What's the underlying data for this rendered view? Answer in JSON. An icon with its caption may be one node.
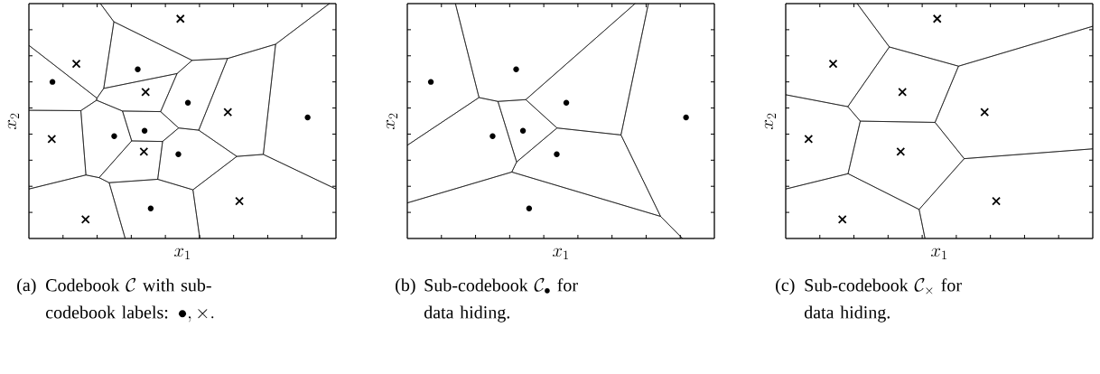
{
  "diagram": {
    "labels": [
      "x_2",
      "x_1",
      "x_2",
      "x_1",
      "x_2",
      "x_1",
      "(a)",
      "\\text{Codebook }\\mathcal{C}\\text{ with sub-}\\allowbreak\\text{codebook labels: }\\bullet, \\times.",
      "(b)",
      "\\text{Sub-codebook }\\mathcal{C}_\\bullet\\text{ for }\\allowbreak\\text{data hiding.}",
      "(c)",
      "\\text{Sub-codebook }\\mathcal{C}_\\times\\text{ for }\\allowbreak\\text{data hiding.}"
    ]
  }
}
